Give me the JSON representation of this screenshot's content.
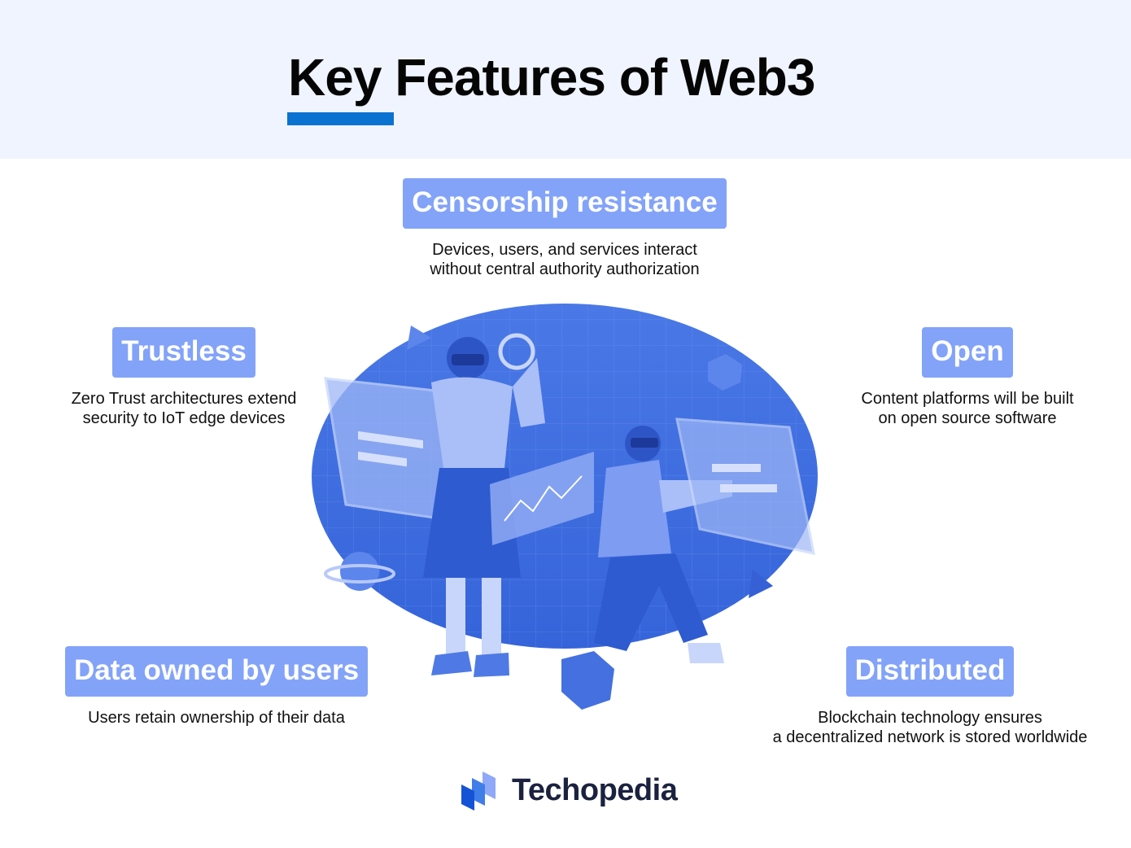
{
  "header": {
    "title": "Key Features of Web3",
    "accent_color": "#0a72d1"
  },
  "features": [
    {
      "title": "Censorship resistance",
      "lines": [
        "Devices, users, and services interact",
        "without central authority authorization"
      ]
    },
    {
      "title": "Trustless",
      "lines": [
        "Zero Trust architectures extend",
        "security to IoT edge devices"
      ]
    },
    {
      "title": "Open",
      "lines": [
        "Content platforms will be built",
        "on open source software"
      ]
    },
    {
      "title": "Data owned by users",
      "lines": [
        "Users retain ownership of their data"
      ]
    },
    {
      "title": "Distributed",
      "lines": [
        "Blockchain technology ensures",
        "a decentralized network is stored worldwide"
      ]
    }
  ],
  "badge_color": "#83a3f9",
  "illustration": {
    "icon": "web3-vr-users-illustration"
  },
  "brand": {
    "name": "Techopedia",
    "icon": "techopedia-logo-icon"
  }
}
